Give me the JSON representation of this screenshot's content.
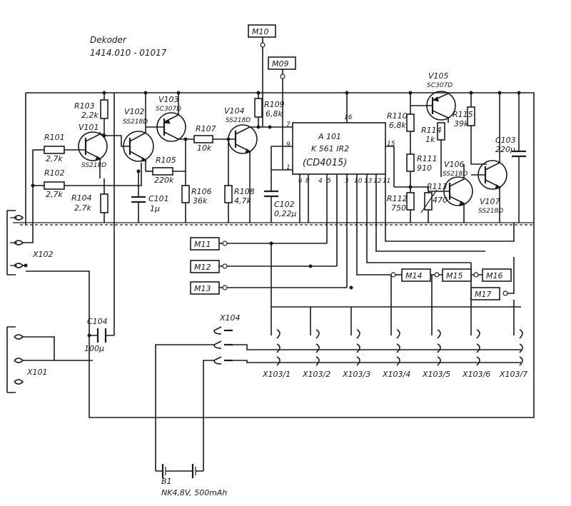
{
  "title": {
    "line1": "Dekoder",
    "line2": "1414.010 - 01017"
  },
  "ic": {
    "ref": "A 101",
    "type": "K 561 IR2",
    "alt": "(CD4015)",
    "pins": {
      "p16": "16",
      "p7": "7",
      "p9": "9",
      "p1": "1",
      "p15": "15",
      "p6": "6",
      "p8": "8",
      "p4": "4",
      "p5": "5",
      "p3": "3",
      "p10": "10",
      "p13": "13",
      "p12": "12",
      "p11": "11"
    }
  },
  "resistors": [
    {
      "ref": "R101",
      "value": "2,7k"
    },
    {
      "ref": "R102",
      "value": "2,7k"
    },
    {
      "ref": "R103",
      "value": "2,2k"
    },
    {
      "ref": "R104",
      "value": "2,7k"
    },
    {
      "ref": "R105",
      "value": "220k"
    },
    {
      "ref": "R106",
      "value": "36k"
    },
    {
      "ref": "R107",
      "value": "10k"
    },
    {
      "ref": "R108",
      "value": "4,7k"
    },
    {
      "ref": "R109",
      "value": "6,8k"
    },
    {
      "ref": "R110",
      "value": "6,8k"
    },
    {
      "ref": "R111",
      "value": "910"
    },
    {
      "ref": "R112",
      "value": "750"
    },
    {
      "ref": "R113",
      "value": "470"
    },
    {
      "ref": "R114",
      "value": "1k"
    },
    {
      "ref": "R115",
      "value": "39k"
    }
  ],
  "transistors": [
    {
      "ref": "V101",
      "type": "SS218D"
    },
    {
      "ref": "V102",
      "type": "SS218D"
    },
    {
      "ref": "V103",
      "type": "SC307D"
    },
    {
      "ref": "V104",
      "type": "SS218D"
    },
    {
      "ref": "V105",
      "type": "SC307D"
    },
    {
      "ref": "V106",
      "type": "SS218D"
    },
    {
      "ref": "V107",
      "type": "SS218D"
    }
  ],
  "capacitors": [
    {
      "ref": "C101",
      "value": "1µ"
    },
    {
      "ref": "C102",
      "value": "0,22µ"
    },
    {
      "ref": "C103",
      "value": "220µ"
    },
    {
      "ref": "C104",
      "value": "100µ"
    }
  ],
  "testpoints": [
    "M10",
    "M09",
    "M11",
    "M12",
    "M13",
    "M14",
    "M15",
    "M16",
    "M17"
  ],
  "connectors": {
    "x102": "X102",
    "x101": "X101",
    "x104": "X104",
    "x103": [
      "X103/1",
      "X103/2",
      "X103/3",
      "X103/4",
      "X103/5",
      "X103/6",
      "X103/7"
    ]
  },
  "battery": {
    "ref": "B1",
    "spec": "NK4,8V, 500mAh"
  }
}
